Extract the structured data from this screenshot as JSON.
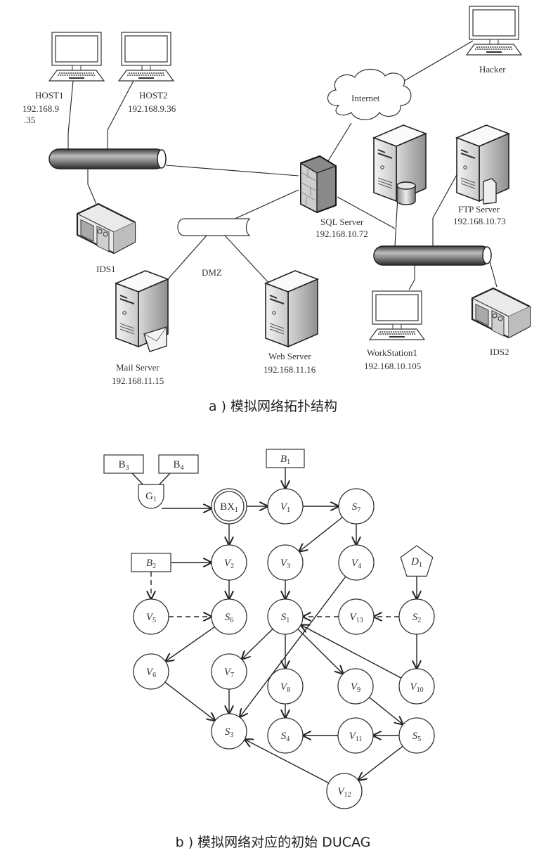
{
  "part_a": {
    "caption": "a ) 模拟网络拓扑结构",
    "devices": {
      "host1": {
        "name": "HOST1",
        "ip_line1": "192.168.9",
        "ip_line2": ".35"
      },
      "host2": {
        "name": "HOST2",
        "ip": "192.168.9.36"
      },
      "hacker": {
        "name": "Hacker"
      },
      "internet": {
        "name": "Internet"
      },
      "ids1": {
        "name": "IDS1"
      },
      "ids2": {
        "name": "IDS2"
      },
      "dmz": {
        "name": "DMZ"
      },
      "sql_server": {
        "name": "SQL Server",
        "ip": "192.168.10.72"
      },
      "ftp_server": {
        "name": "FTP Server",
        "ip": "192.168.10.73"
      },
      "mail_server": {
        "name": "Mail Server",
        "ip": "192.168.11.15"
      },
      "web_server": {
        "name": "Web Server",
        "ip": "192.168.11.16"
      },
      "workstation1": {
        "name": "WorkStation1",
        "ip": "192.168.10.105"
      }
    }
  },
  "part_b": {
    "caption": "b ) 模拟网络对应的初始 DUCAG",
    "nodes": {
      "B3": {
        "main": "B",
        "sub": "3"
      },
      "B4": {
        "main": "B",
        "sub": "4"
      },
      "G1": {
        "main": "G",
        "sub": "1"
      },
      "B1": {
        "main": "B",
        "sub": "1"
      },
      "B2": {
        "main": "B",
        "sub": "2"
      },
      "BX1": {
        "main": "BX",
        "sub": "1"
      },
      "V1": {
        "main": "V",
        "sub": "1"
      },
      "S7": {
        "main": "S",
        "sub": "7"
      },
      "V2": {
        "main": "V",
        "sub": "2"
      },
      "V3": {
        "main": "V",
        "sub": "3"
      },
      "V4": {
        "main": "V",
        "sub": "4"
      },
      "D1": {
        "main": "D",
        "sub": "1"
      },
      "V5": {
        "main": "V",
        "sub": "5"
      },
      "S6": {
        "main": "S",
        "sub": "6"
      },
      "S1": {
        "main": "S",
        "sub": "1"
      },
      "V13": {
        "main": "V",
        "sub": "13"
      },
      "S2": {
        "main": "S",
        "sub": "2"
      },
      "V6": {
        "main": "V",
        "sub": "6"
      },
      "V7": {
        "main": "V",
        "sub": "7"
      },
      "V8": {
        "main": "V",
        "sub": "8"
      },
      "V9": {
        "main": "V",
        "sub": "9"
      },
      "V10": {
        "main": "V",
        "sub": "10"
      },
      "S3": {
        "main": "S",
        "sub": "3"
      },
      "S4": {
        "main": "S",
        "sub": "4"
      },
      "V11": {
        "main": "V",
        "sub": "11"
      },
      "S5": {
        "main": "S",
        "sub": "5"
      },
      "V12": {
        "main": "V",
        "sub": "12"
      }
    },
    "edges": [
      {
        "from": "B3",
        "to": "G1",
        "style": "solid",
        "arrow": false
      },
      {
        "from": "B4",
        "to": "G1",
        "style": "solid",
        "arrow": false
      },
      {
        "from": "G1",
        "to": "BX1",
        "style": "solid",
        "arrow": true
      },
      {
        "from": "BX1",
        "to": "V1",
        "style": "solid",
        "arrow": true
      },
      {
        "from": "B1",
        "to": "V1",
        "style": "solid",
        "arrow": true
      },
      {
        "from": "V1",
        "to": "S7",
        "style": "solid",
        "arrow": true
      },
      {
        "from": "BX1",
        "to": "V2",
        "style": "solid",
        "arrow": true
      },
      {
        "from": "B2",
        "to": "V2",
        "style": "solid",
        "arrow": true
      },
      {
        "from": "S7",
        "to": "V3",
        "style": "solid",
        "arrow": true
      },
      {
        "from": "S7",
        "to": "V4",
        "style": "solid",
        "arrow": true
      },
      {
        "from": "B2",
        "to": "V5",
        "style": "dashed",
        "arrow": true
      },
      {
        "from": "V5",
        "to": "S6",
        "style": "dashed",
        "arrow": true
      },
      {
        "from": "V2",
        "to": "S6",
        "style": "solid",
        "arrow": true
      },
      {
        "from": "V3",
        "to": "S1",
        "style": "solid",
        "arrow": true
      },
      {
        "from": "D1",
        "to": "S2",
        "style": "solid",
        "arrow": true
      },
      {
        "from": "S2",
        "to": "V13",
        "style": "dashed",
        "arrow": true
      },
      {
        "from": "V13",
        "to": "S1",
        "style": "dashed",
        "arrow": true
      },
      {
        "from": "S2",
        "to": "V10",
        "style": "solid",
        "arrow": true
      },
      {
        "from": "V10",
        "to": "S1",
        "style": "solid",
        "arrow": true
      },
      {
        "from": "S6",
        "to": "V6",
        "style": "solid",
        "arrow": true
      },
      {
        "from": "S1",
        "to": "V7",
        "style": "solid",
        "arrow": true
      },
      {
        "from": "S1",
        "to": "V8",
        "style": "solid",
        "arrow": true
      },
      {
        "from": "S1",
        "to": "V9",
        "style": "solid",
        "arrow": true
      },
      {
        "from": "V4",
        "to": "S3",
        "style": "solid",
        "arrow": true
      },
      {
        "from": "V6",
        "to": "S3",
        "style": "solid",
        "arrow": true
      },
      {
        "from": "V7",
        "to": "S3",
        "style": "solid",
        "arrow": true
      },
      {
        "from": "V8",
        "to": "S4",
        "style": "solid",
        "arrow": true
      },
      {
        "from": "V9",
        "to": "S5",
        "style": "solid",
        "arrow": true
      },
      {
        "from": "S5",
        "to": "V11",
        "style": "solid",
        "arrow": true
      },
      {
        "from": "V11",
        "to": "S4",
        "style": "solid",
        "arrow": true
      },
      {
        "from": "S5",
        "to": "V12",
        "style": "solid",
        "arrow": true
      },
      {
        "from": "V12",
        "to": "S3",
        "style": "solid",
        "arrow": true
      }
    ]
  }
}
